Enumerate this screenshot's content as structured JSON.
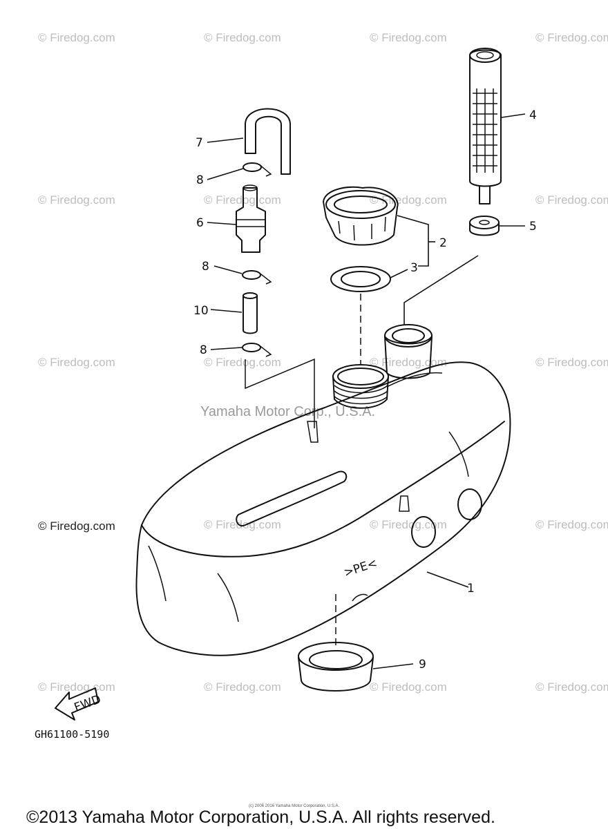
{
  "watermark": "© Firedog.com",
  "center_watermark": "Yamaha Motor Corp., U.S.A.",
  "callouts": {
    "p1": "1",
    "p2": "2",
    "p3": "3",
    "p4": "4",
    "p5": "5",
    "p6": "6",
    "p7": "7",
    "p8a": "8",
    "p8b": "8",
    "p8c": "8",
    "p9": "9",
    "p10": "10"
  },
  "fwd_label": "FWD",
  "tank_marking": ">PE<",
  "diagram_code": "GH61100-5190",
  "footer_copyright": "©2013 Yamaha Motor Corporation, U.S.A. All rights reserved.",
  "tiny_copyright": "(c) 2006 2016 Yamaha Motor Corporation, U.S.A.",
  "icons": [
    "fwd-arrow-icon"
  ]
}
